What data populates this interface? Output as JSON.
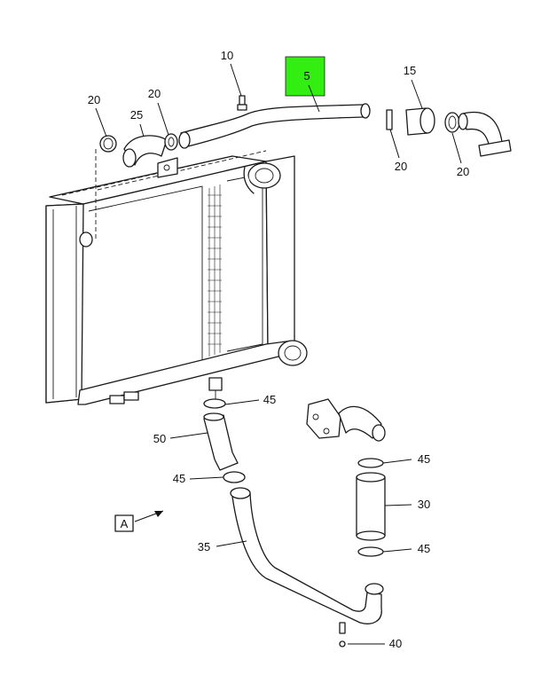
{
  "colors": {
    "highlight": "#33ee11",
    "line": "#1a1a1a"
  },
  "callouts": {
    "c5": "5",
    "c10": "10",
    "c15": "15",
    "c20a": "20",
    "c20b": "20",
    "c20c": "20",
    "c20d": "20",
    "c25": "25",
    "c30": "30",
    "c35": "35",
    "c40": "40",
    "c45a": "45",
    "c45b": "45",
    "c45c": "45",
    "c45d": "45",
    "c50": "50"
  },
  "view_label": "A"
}
